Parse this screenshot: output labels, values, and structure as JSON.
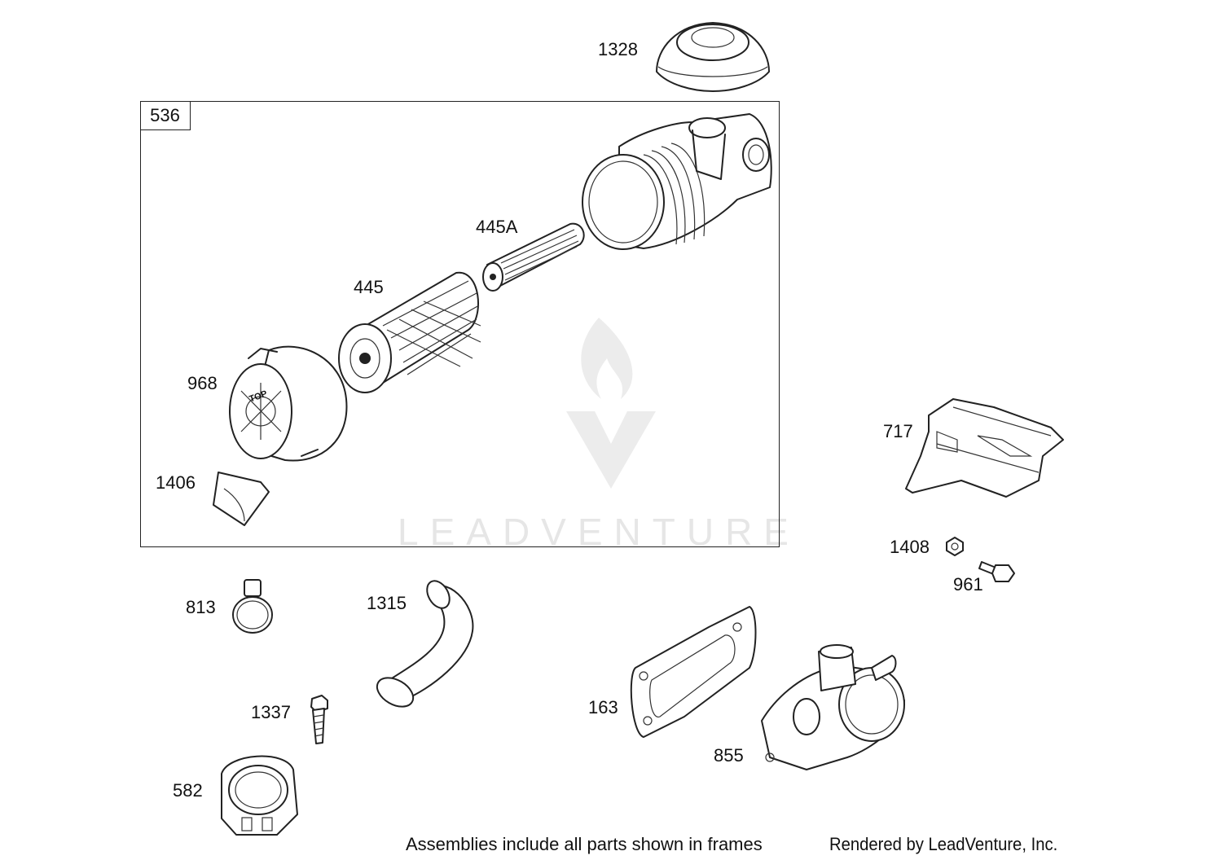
{
  "frame": {
    "label": "536"
  },
  "callouts": {
    "p1328": "1328",
    "p445A": "445A",
    "p445": "445",
    "p968": "968",
    "p1406": "1406",
    "p717": "717",
    "p1408": "1408",
    "p961": "961",
    "p813": "813",
    "p1315": "1315",
    "p163": "163",
    "p855": "855",
    "p1337": "1337",
    "p582": "582"
  },
  "part_968_text": "TOP",
  "watermark": {
    "text": "LEADVENTURE"
  },
  "footer": {
    "note": "Assemblies include all parts shown in frames",
    "credit": "Rendered by LeadVenture, Inc."
  }
}
